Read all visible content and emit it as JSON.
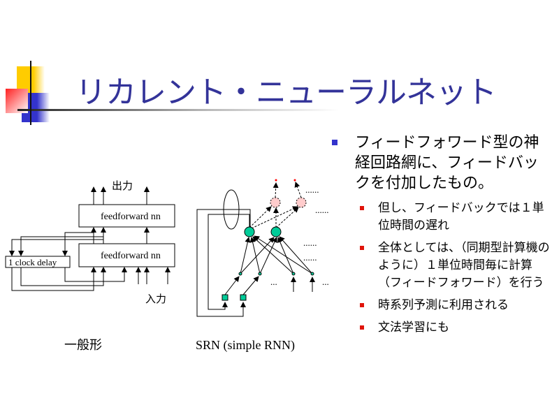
{
  "title": "リカレント・ニューラルネット",
  "bullet": "フィードフォワード型の神経回路網に、フィードバックを付加したもの。",
  "sub_bullets": [
    "但し、フィードバックでは１単位時間の遅れ",
    "全体としては、（同期型計算機のように）１単位時間毎に計算（フィードフォワード）を行う",
    "時系列予測に利用される",
    "文法学習にも"
  ],
  "diagram_general": {
    "output_label": "出力",
    "input_label": "入力",
    "box_top": "feedforward nn",
    "box_bottom": "feedforward nn",
    "delay_box": "1 clock delay",
    "caption": "一般形"
  },
  "diagram_srn": {
    "dots": [
      "......",
      "......",
      "......",
      "......",
      "...",
      "..."
    ],
    "caption": "SRN (simple RNN)"
  },
  "colors": {
    "title": "#333399",
    "hidden_node": "#00cc99",
    "output_node": "#ffcccc"
  }
}
